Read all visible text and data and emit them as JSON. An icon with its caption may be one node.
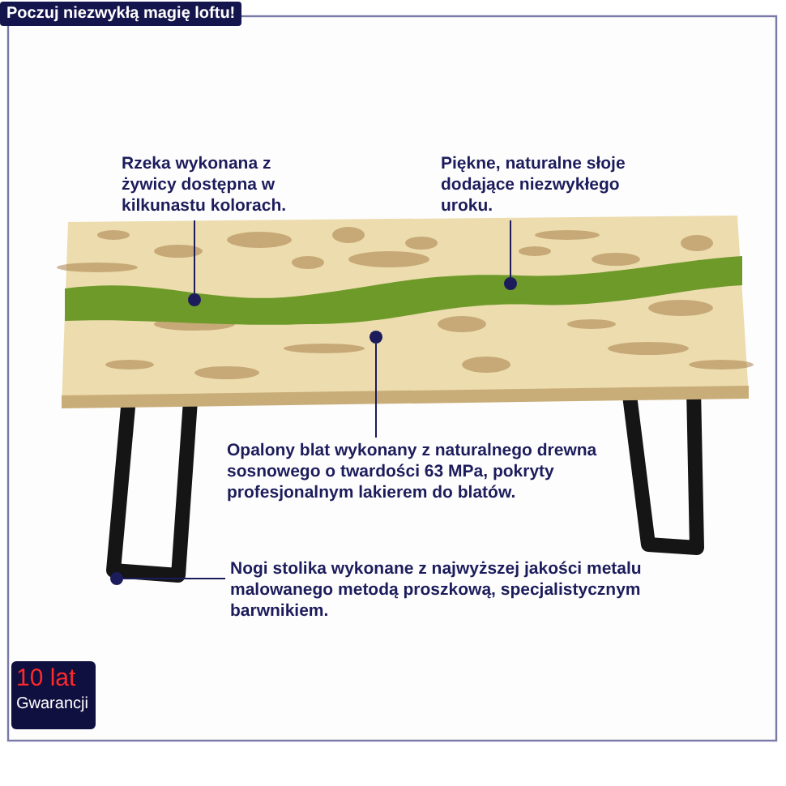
{
  "diagram": {
    "nodes": [
      {
        "text": [
          "Poczuj niezwykłą magię loftu!"
        ]
      },
      {
        "text": [
          "Rzeka wykonana z żywicy dostępna w kilkunastu kolorach."
        ]
      },
      {
        "text": [
          "Piękne, naturalne słoje dodające niezwykłego uroku."
        ]
      },
      {
        "text": [],
        "shape": "circle"
      },
      {
        "text": [],
        "shape": "circle"
      },
      {
        "text": [],
        "shape": "circle"
      },
      {
        "text": [
          "Opalony blat wykonany z naturalnego drewna sosnowego o twardości 63 MPa, pokryty profesjonalnym lakierem do blatów."
        ]
      },
      {
        "text": [],
        "shape": "circle"
      },
      {
        "text": [
          "Nogi stolika wykonane z najwyższej jakości metalu malowanego metodą proszkową, specjalistycznym barwnikiem."
        ]
      },
      {
        "text": [
          "10 lat",
          "Gwarancji"
        ]
      }
    ],
    "edges": [
      {
        "from": 1,
        "to": 3,
        "arrow": "none"
      },
      {
        "from": 2,
        "to": 4,
        "arrow": "none"
      },
      {
        "from": 6,
        "to": 5,
        "arrow": "none"
      },
      {
        "from": 8,
        "to": 7,
        "arrow": "none"
      }
    ]
  }
}
